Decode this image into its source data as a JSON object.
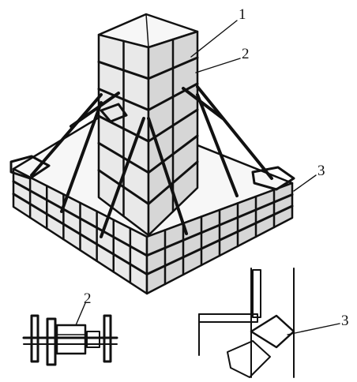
{
  "labels": {
    "main_1": "1",
    "main_2": "2",
    "main_3": "3",
    "detail_2": "2",
    "detail_3": "3"
  },
  "colors": {
    "ink": "#111111",
    "paper": "#ffffff"
  }
}
